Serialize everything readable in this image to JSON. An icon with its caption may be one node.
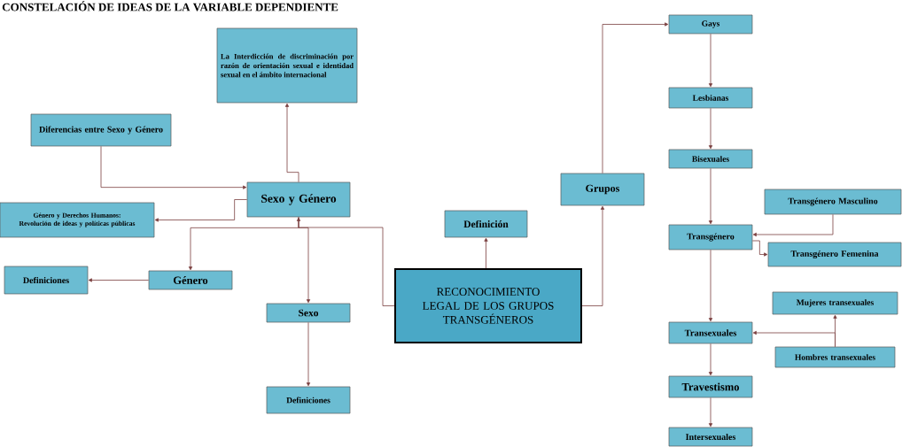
{
  "diagram": {
    "title": "CONSTELACIÓN DE IDEAS DE LA VARIABLE DEPENDIENTE",
    "nodes": [
      {
        "text": [
          "La Interdicción de discriminación por razón de orientación sexual e identidad sexual en el ámbito internacional"
        ]
      },
      {
        "text": [
          "Diferencias entre Sexo y Género"
        ]
      },
      {
        "text": [
          "Sexo y Género"
        ]
      },
      {
        "text": [
          "Género y Derechos Humanos: Revolución de ideas y políticas públicas"
        ]
      },
      {
        "text": [
          "Definiciones"
        ]
      },
      {
        "text": [
          "Género"
        ]
      },
      {
        "text": [
          "Sexo"
        ]
      },
      {
        "text": [
          "Definiciones"
        ]
      },
      {
        "text": [
          "RECONOCIMIENTO LEGAL DE LOS GRUPOS TRANSGÉNEROS"
        ]
      },
      {
        "text": [
          "Definición"
        ]
      },
      {
        "text": [
          "Grupos"
        ]
      },
      {
        "text": [
          "Gays"
        ]
      },
      {
        "text": [
          "Lesbianas"
        ]
      },
      {
        "text": [
          "Bisexuales"
        ]
      },
      {
        "text": [
          "Transgénero Masculino"
        ]
      },
      {
        "text": [
          "Transgénero"
        ]
      },
      {
        "text": [
          "Transgénero Femenina"
        ]
      },
      {
        "text": [
          "Mujeres transexuales"
        ]
      },
      {
        "text": [
          "Transexuales"
        ]
      },
      {
        "text": [
          "Hombres transexuales"
        ]
      },
      {
        "text": [
          "Travestismo"
        ]
      },
      {
        "text": [
          "Intersexuales"
        ]
      }
    ],
    "edges": [
      {
        "from": 8,
        "to": 2,
        "arrow": "to"
      },
      {
        "from": 2,
        "to": 5,
        "arrow": "to"
      },
      {
        "from": 2,
        "to": 6,
        "arrow": "to"
      },
      {
        "from": 2,
        "to": 0,
        "arrow": "to"
      },
      {
        "from": 1,
        "to": 2,
        "arrow": "to"
      },
      {
        "from": 2,
        "to": 3,
        "arrow": "to"
      },
      {
        "from": 5,
        "to": 4,
        "arrow": "to"
      },
      {
        "from": 6,
        "to": 7,
        "arrow": "to"
      },
      {
        "from": 8,
        "to": 9,
        "arrow": "to"
      },
      {
        "from": 8,
        "to": 10,
        "arrow": "to"
      },
      {
        "from": 10,
        "to": 11,
        "arrow": "to"
      },
      {
        "from": 11,
        "to": 12,
        "arrow": "to"
      },
      {
        "from": 12,
        "to": 13,
        "arrow": "to"
      },
      {
        "from": 13,
        "to": 15,
        "arrow": "to"
      },
      {
        "from": 14,
        "to": 15,
        "arrow": "to"
      },
      {
        "from": 15,
        "to": 16,
        "arrow": "to"
      },
      {
        "from": 15,
        "to": 18,
        "arrow": "to"
      },
      {
        "from": 19,
        "to": 17,
        "arrow": "to"
      },
      {
        "from": 19,
        "to": 18,
        "arrow": "to"
      },
      {
        "from": 18,
        "to": 20,
        "arrow": "to"
      },
      {
        "from": 20,
        "to": 21,
        "arrow": "to"
      }
    ]
  }
}
